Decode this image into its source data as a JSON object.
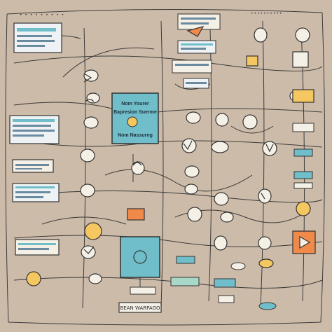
{
  "header": {
    "caption": "• • • • • • • • •",
    "top_note": "••••••••••"
  },
  "center_box": {
    "line1": "Nom Yourer",
    "line2": "Bapresion Suerme",
    "line3": "Nom Nassurng"
  },
  "bottom_box": {
    "label": "BEAN WARPAGO"
  },
  "colors": {
    "background": "#cdbba9",
    "stroke": "#3a3a3a",
    "teal": "#6fbec9",
    "orange": "#f08a4b",
    "yellow": "#f4c760",
    "cream": "#f5f0e6",
    "card": "#eef2f4"
  }
}
